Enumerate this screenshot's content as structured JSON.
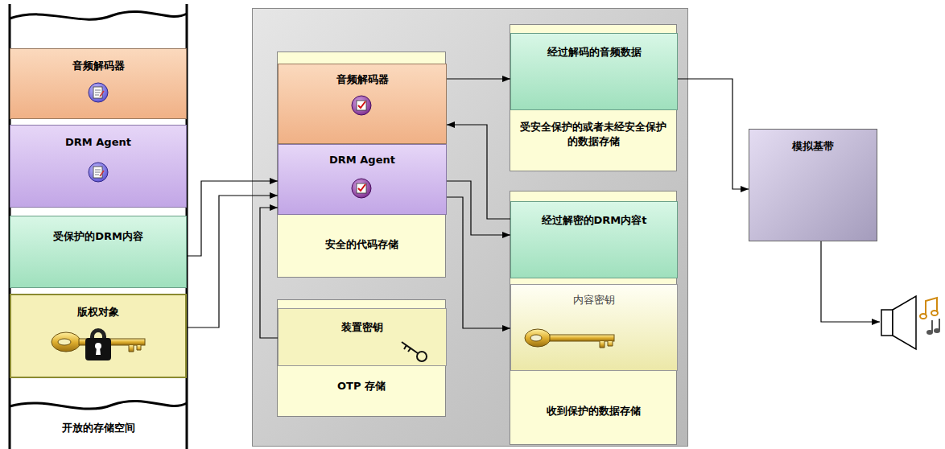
{
  "diagram": {
    "nodes": [
      {
        "text": [
          "开放的存储空间"
        ]
      },
      {
        "text": [
          "音频解码器"
        ],
        "in": 0
      },
      {
        "text": [
          "DRM Agent"
        ],
        "in": 0
      },
      {
        "text": [
          "受保护的DRM内容"
        ],
        "in": 0
      },
      {
        "text": [
          "版权对象"
        ],
        "in": 0
      },
      {
        "text": [
          "安全的代码存储"
        ]
      },
      {
        "text": [
          "音频解码器"
        ],
        "in": 5
      },
      {
        "text": [
          "DRM Agent"
        ],
        "in": 5
      },
      {
        "text": [
          "OTP 存储"
        ]
      },
      {
        "text": [
          "装置密钥"
        ],
        "in": 8
      },
      {
        "text": [
          "受安全保护的或者未经安全保护的数据存储"
        ]
      },
      {
        "text": [
          "经过解码的音频数据"
        ],
        "in": 10
      },
      {
        "text": [
          "收到保护的数据存储"
        ]
      },
      {
        "text": [
          "经过解密的DRM内容t"
        ],
        "in": 12
      },
      {
        "text": [
          "内容密钥"
        ],
        "in": 12
      },
      {
        "text": [
          "模拟基带"
        ]
      }
    ],
    "edges": [
      {
        "from": 3,
        "to": 7,
        "arrow": "to"
      },
      {
        "from": 4,
        "to": 7,
        "arrow": "to"
      },
      {
        "from": 9,
        "to": 7,
        "arrow": "to"
      },
      {
        "from": 7,
        "to": 13,
        "arrow": "to"
      },
      {
        "from": 7,
        "to": 14,
        "arrow": "to"
      },
      {
        "from": 13,
        "to": 6,
        "arrow": "to"
      },
      {
        "from": 6,
        "to": 11,
        "arrow": "to"
      },
      {
        "from": 11,
        "to": 15,
        "arrow": "to"
      }
    ]
  }
}
